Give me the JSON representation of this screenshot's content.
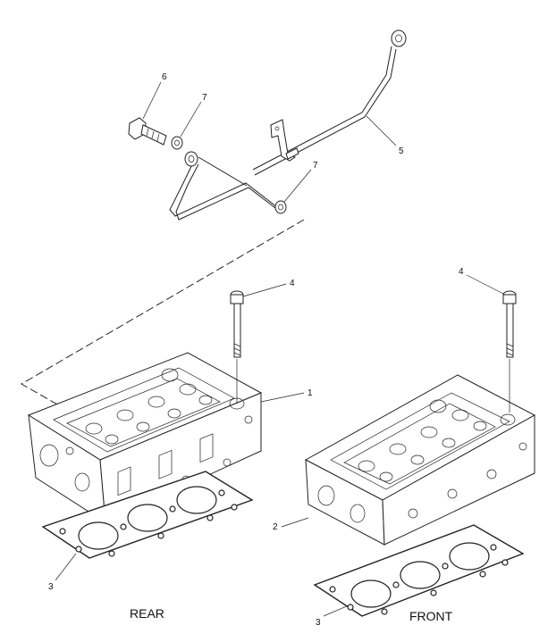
{
  "callouts": {
    "c1": "1",
    "c2": "2",
    "c3_left": "3",
    "c3_right": "3",
    "c4_left": "4",
    "c4_right": "4",
    "c5": "5",
    "c6": "6",
    "c7_top": "7",
    "c7_bottom": "7"
  },
  "views": {
    "rear": "REAR",
    "front": "FRONT"
  }
}
